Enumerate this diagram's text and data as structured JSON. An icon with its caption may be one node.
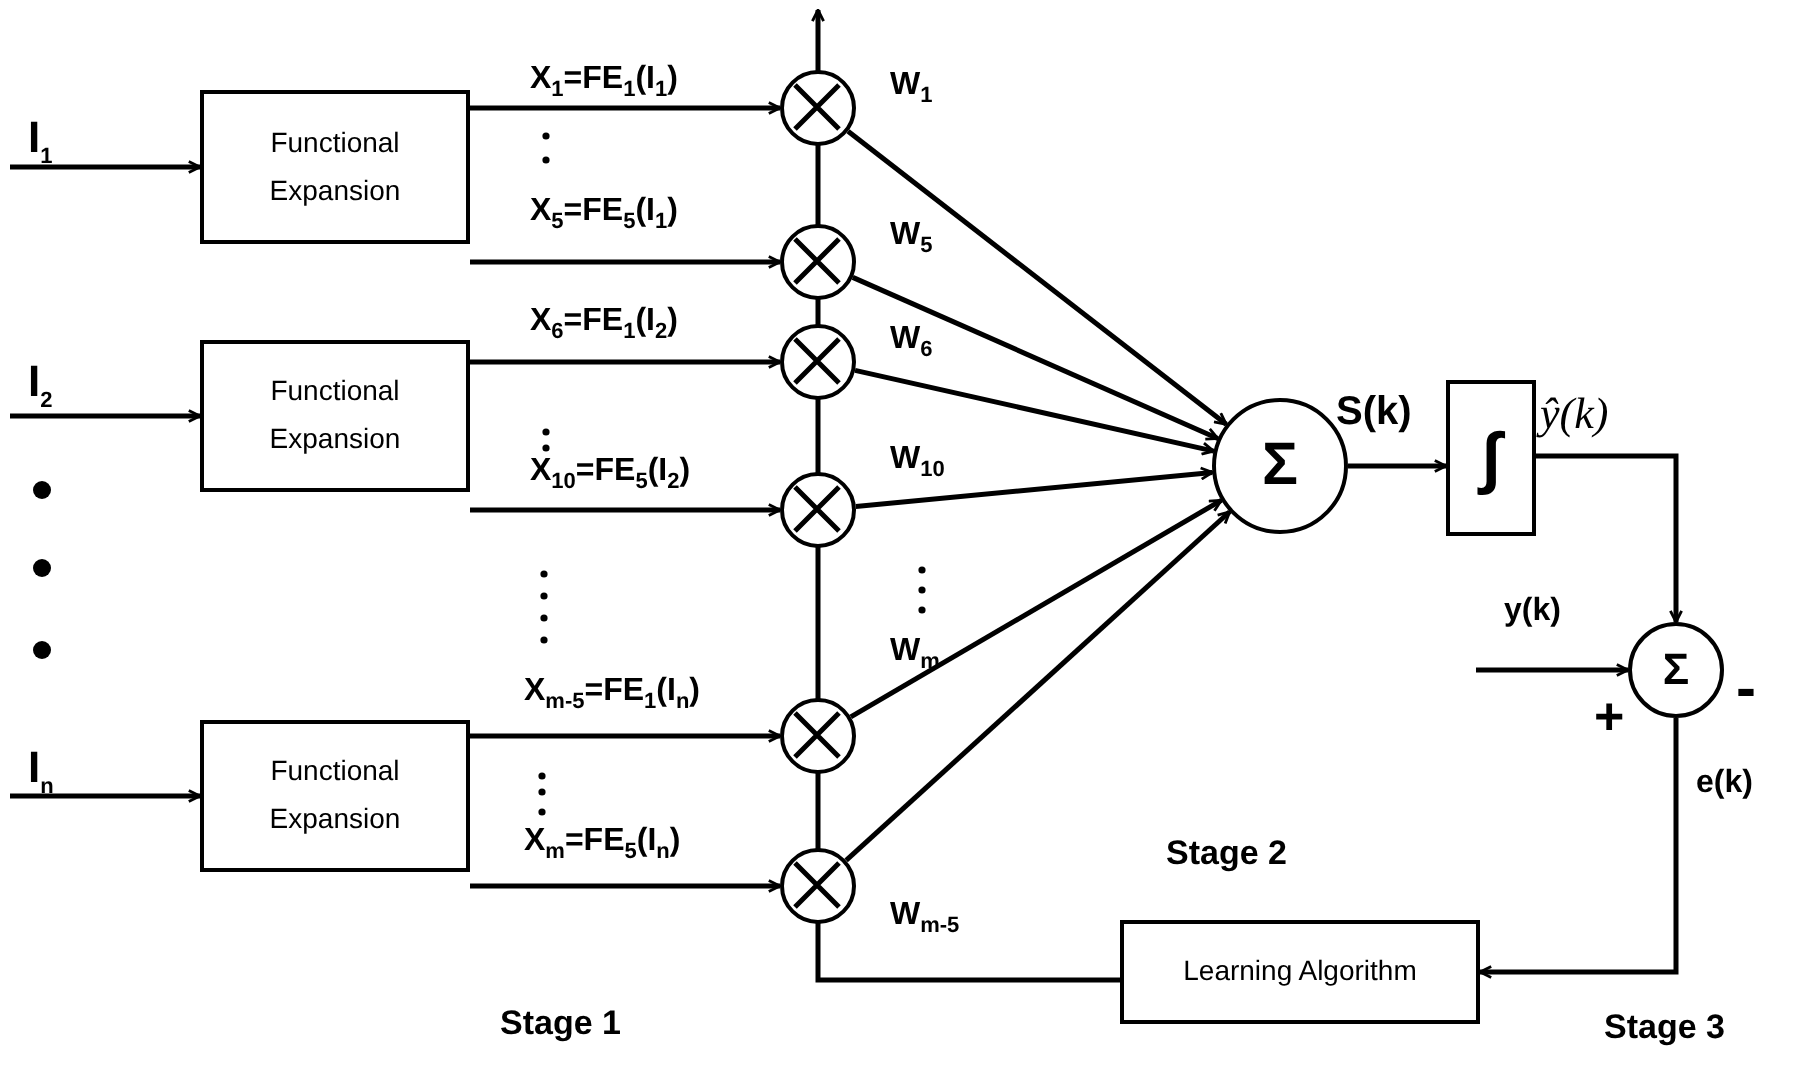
{
  "diagram": {
    "nodes": [
      {
        "text": [
          "Functional Expansion"
        ]
      },
      {
        "text": [
          "Functional Expansion"
        ]
      },
      {
        "text": [
          "Functional Expansion"
        ]
      },
      {
        "text": [],
        "shape": "circle"
      },
      {
        "text": [],
        "shape": "circle"
      },
      {
        "text": [],
        "shape": "circle"
      },
      {
        "text": [],
        "shape": "circle"
      },
      {
        "text": [],
        "shape": "circle"
      },
      {
        "text": [],
        "shape": "circle"
      },
      {
        "text": [
          "Σ"
        ]
      },
      {
        "text": [
          "∫"
        ]
      },
      {
        "text": [
          "Σ"
        ]
      },
      {
        "text": [
          "Learning Algorithm"
        ]
      }
    ],
    "edges": [
      {
        "from": null,
        "to": 0,
        "arrow": "to",
        "label": "I$_{1}$"
      },
      {
        "from": null,
        "to": 1,
        "arrow": "to",
        "label": "I$_{2}$"
      },
      {
        "from": null,
        "to": 2,
        "arrow": "to",
        "label": "I$_{n}$"
      },
      {
        "from": 0,
        "to": 3,
        "arrow": "to",
        "label": "X$_{1}$=FE$_{1}$(I$_{1}$)"
      },
      {
        "from": 0,
        "to": 4,
        "arrow": "to",
        "label": "X$_{5}$=FE$_{5}$(I$_{1}$)"
      },
      {
        "from": 1,
        "to": 5,
        "arrow": "to",
        "label": "X$_{6}$=FE$_{1}$(I$_{2}$)"
      },
      {
        "from": 1,
        "to": 6,
        "arrow": "to",
        "label": "X$_{10}$=FE$_{5}$(I$_{2}$)"
      },
      {
        "from": 2,
        "to": 7,
        "arrow": "to",
        "label": "X$_{m-5}$=FE$_{1}$(I$_{n}$)"
      },
      {
        "from": 2,
        "to": 8,
        "arrow": "to",
        "label": "X$_{m}$=FE$_{5}$(I$_{n}$)"
      },
      {
        "from": 3,
        "to": 9,
        "arrow": "to",
        "label": "W$_{1}$"
      },
      {
        "from": 4,
        "to": 9,
        "arrow": "to",
        "label": "W$_{5}$"
      },
      {
        "from": 5,
        "to": 9,
        "arrow": "to",
        "label": "W$_{6}$"
      },
      {
        "from": 6,
        "to": 9,
        "arrow": "to",
        "label": "W$_{10}$"
      },
      {
        "from": 7,
        "to": 9,
        "arrow": "to",
        "label": "W$_{m}$"
      },
      {
        "from": 8,
        "to": 9,
        "arrow": "to",
        "label": "W$_{m-5}$"
      },
      {
        "from": 9,
        "to": 10,
        "arrow": "to",
        "label": "S(k)"
      },
      {
        "from": 10,
        "to": 11,
        "arrow": "to",
        "label": "ŷ(k)"
      },
      {
        "from": null,
        "to": 11,
        "arrow": "to",
        "label": "y(k)"
      },
      {
        "from": 11,
        "to": 12,
        "arrow": "to",
        "label": "e(k)"
      },
      {
        "from": 12,
        "to": null,
        "arrow": "to"
      }
    ],
    "labels": [
      "+",
      "-",
      "Stage 1",
      "Stage 2",
      "Stage 3"
    ]
  }
}
